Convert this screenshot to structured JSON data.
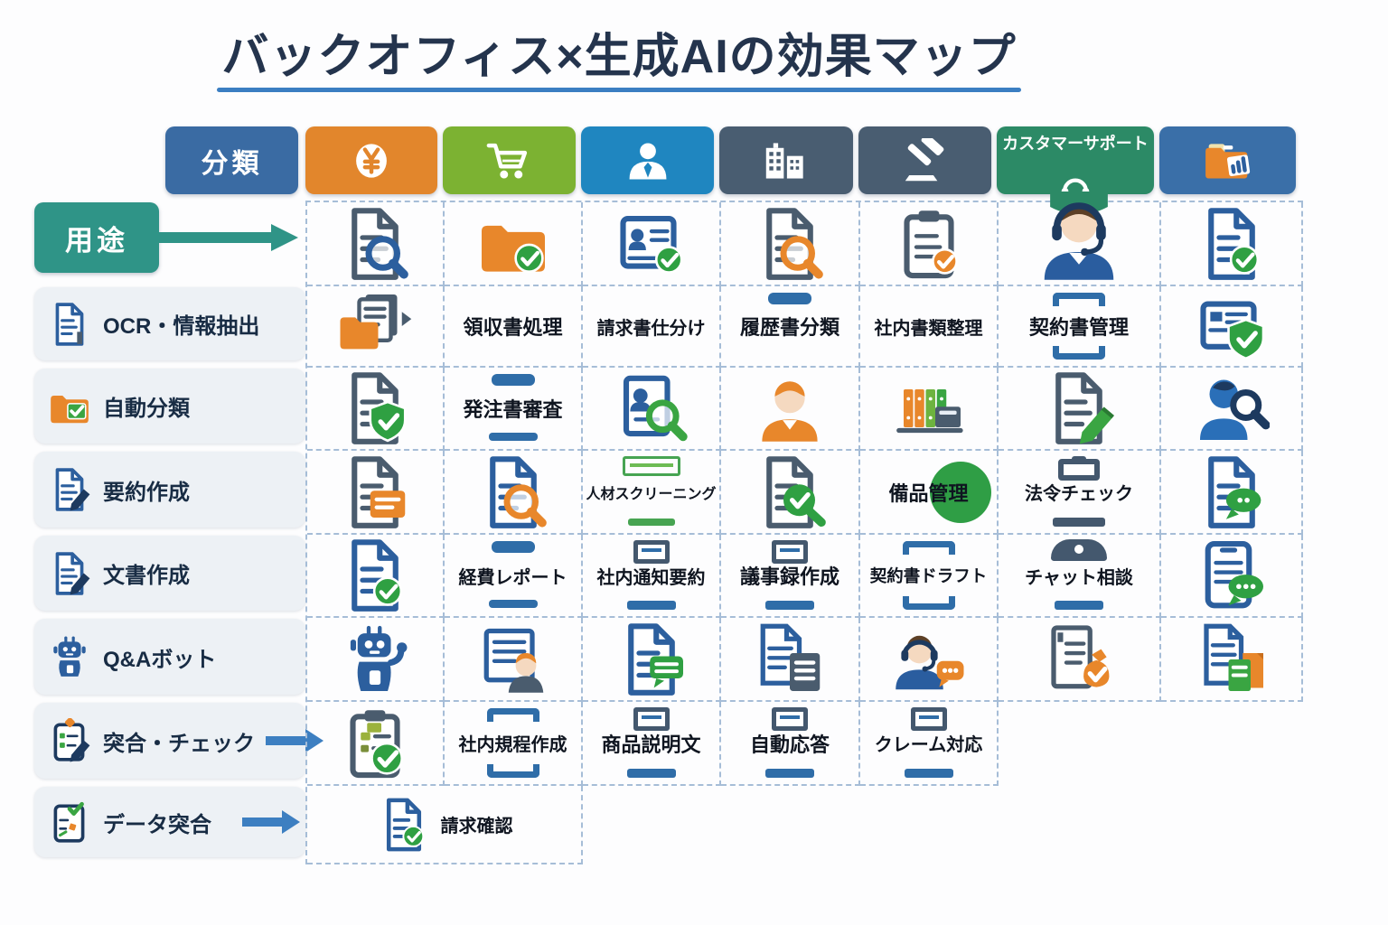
{
  "title": "バックオフィス×生成AIの効果マップ",
  "corner": {
    "label": "分類"
  },
  "usage": {
    "label": "用途"
  },
  "palette": {
    "header_blue": "#3a6ba3",
    "finance_orange": "#e2862c",
    "purchasing_green": "#7cb232",
    "hr_blue": "#1f86c0",
    "slate": "#495d71",
    "support_green": "#2c8a66",
    "docs_blue": "#3a6fa8",
    "usage_teal": "#2f9487",
    "underline_blue": "#3b7ec2",
    "arrow_blue": "#3d7fc1",
    "label_bg": "#edf1f5",
    "dash": "#a6bdd7"
  },
  "columns": [
    {
      "name": "finance",
      "icon": "yen-icon",
      "color": "#e2862c"
    },
    {
      "name": "purchasing",
      "icon": "cart-icon",
      "color": "#7cb232"
    },
    {
      "name": "hr",
      "icon": "person-icon",
      "color": "#1f86c0"
    },
    {
      "name": "general-affairs",
      "icon": "building-icon",
      "color": "#495d71"
    },
    {
      "name": "legal",
      "icon": "gavel-icon",
      "color": "#495d71"
    },
    {
      "name": "customer-support",
      "icon": "headset-icon",
      "color": "#2c8a66",
      "label": "カスタマーサポート"
    },
    {
      "name": "documents",
      "icon": "folder-chart-icon",
      "color": "#3a6fa8"
    }
  ],
  "rows": [
    {
      "name": "ocr-extraction",
      "icon": "doc-lines-icon",
      "label": "OCR・情報抽出"
    },
    {
      "name": "auto-classification",
      "icon": "folder-check-icon",
      "label": "自動分類"
    },
    {
      "name": "summary-creation",
      "icon": "doc-pencil-icon",
      "label": "要約作成"
    },
    {
      "name": "document-creation",
      "icon": "doc-pencil2-icon",
      "label": "文書作成"
    },
    {
      "name": "qa-bot",
      "icon": "robot-icon",
      "label": "Q&Aボット"
    },
    {
      "name": "matching-check",
      "icon": "clipboard-pencil-icon",
      "label": "突合・チェック",
      "arrow": true
    },
    {
      "name": "data-matching",
      "icon": "clipboard-check-icon",
      "label": "データ突合",
      "arrow": true
    }
  ],
  "grid": [
    [
      {
        "icon": "doc-search-blue"
      },
      {
        "icon": "folder-check-badge"
      },
      {
        "icon": "idcard-check"
      },
      {
        "icon": "doc-search-orange"
      },
      {
        "icon": "clipboard-check-orange"
      },
      {
        "icon": "support-agent"
      },
      {
        "icon": "doc-check-green"
      }
    ],
    [
      {
        "icon": "scan-docs"
      },
      {
        "label": "領収書処理"
      },
      {
        "label": "請求書仕分け"
      },
      {
        "label": "履歴書分類",
        "deco": "bar-top"
      },
      {
        "label": "社内書類整理"
      },
      {
        "label": "契約書管理",
        "deco": "brackets"
      },
      {
        "icon": "card-shield"
      }
    ],
    [
      {
        "icon": "doc-shield"
      },
      {
        "label": "発注書審査",
        "deco": "tablet"
      },
      {
        "icon": "profile-search"
      },
      {
        "icon": "businessman"
      },
      {
        "icon": "binders-box"
      },
      {
        "icon": "doc-pencil-green"
      },
      {
        "icon": "person-search"
      }
    ],
    [
      {
        "icon": "doc-note"
      },
      {
        "icon": "doc-search-orange-blue"
      },
      {
        "label": "人材スクリーニング",
        "deco": "green-lines"
      },
      {
        "icon": "doc-check-search"
      },
      {
        "label": "備品管理",
        "deco": "green-circle"
      },
      {
        "label": "法令チェック",
        "deco": "clipboard"
      },
      {
        "icon": "doc-bubble"
      }
    ],
    [
      {
        "icon": "doc-check-green"
      },
      {
        "label": "経費レポート",
        "deco": "tablet"
      },
      {
        "label": "社内通知要約",
        "deco": "doc"
      },
      {
        "label": "議事録作成",
        "deco": "doc"
      },
      {
        "label": "契約書ドラフト",
        "deco": "brackets"
      },
      {
        "label": "チャット相談",
        "deco": "headset"
      },
      {
        "icon": "tablet-bubble"
      }
    ],
    [
      {
        "icon": "robot-wave"
      },
      {
        "icon": "doc-person"
      },
      {
        "icon": "doc-chat"
      },
      {
        "icon": "doc-copy"
      },
      {
        "icon": "agent-bubble"
      },
      {
        "icon": "doc-bag"
      },
      {
        "icon": "docs-files"
      }
    ],
    [
      {
        "icon": "clipboard-check-big"
      },
      {
        "label": "社内規程作成",
        "deco": "brackets"
      },
      {
        "label": "商品説明文",
        "deco": "doc-arrow"
      },
      {
        "label": "自動応答",
        "deco": "doc"
      },
      {
        "label": "クレーム対応",
        "deco": "doc"
      },
      {
        "empty": true
      },
      {
        "empty": true
      }
    ],
    [
      {
        "icon": "doc-check-green",
        "label": "請求確認",
        "span": 2
      },
      {
        "empty": true
      },
      {
        "empty": true
      },
      {
        "empty": true
      },
      {
        "empty": true
      },
      {
        "empty": true
      }
    ]
  ]
}
